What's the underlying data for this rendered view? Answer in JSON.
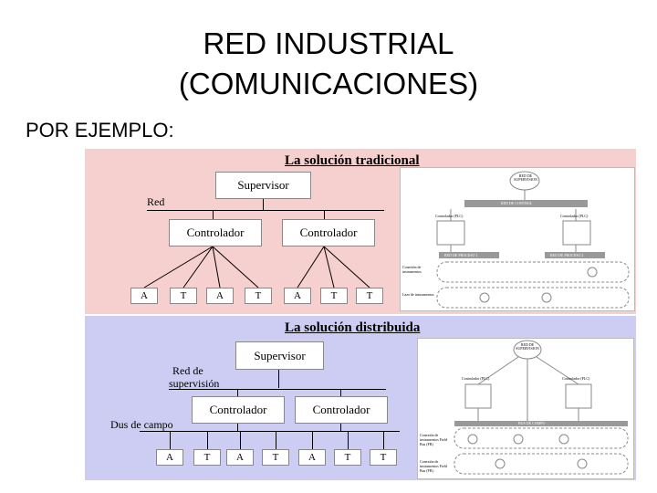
{
  "slide": {
    "title_line1": "RED INDUSTRIAL",
    "title_line2": "(COMUNICACIONES)",
    "subtitle": "POR EJEMPLO:"
  },
  "traditional": {
    "title": "La solución tradicional",
    "supervisor": "Supervisor",
    "network_label": "Red",
    "controller_1": "Controlador",
    "controller_2": "Controlador",
    "leaves": [
      "A",
      "T",
      "A",
      "T",
      "A",
      "T",
      "T"
    ],
    "side": {
      "node_top": "RED DE SUPERVISION",
      "bar_control": "RED DE CONTROL",
      "plc_1": "Controlador (PLC)",
      "plc_2": "Controlador (PLC)",
      "bar_process_1": "RED DE PROCESO 1",
      "bar_process_2": "RED DE PROCESO 2",
      "side_label_1": "Conexión de instrumentos",
      "side_label_2": "Lazo de instrumentos"
    }
  },
  "distributed": {
    "title": "La solución distribuida",
    "supervisor": "Supervisor",
    "network_label_1": "Red  de",
    "network_label_2": "supervisión",
    "field_label": "Dus de campo",
    "controller_1": "Controlador",
    "controller_2": "Controlador",
    "leaves": [
      "A",
      "T",
      "A",
      "T",
      "A",
      "T",
      "T"
    ],
    "side": {
      "node_top": "RED DE SUPERVISION",
      "plc_1": "Controlador (PLC)",
      "plc_2": "Controlador (PLC)",
      "bar_field": "BUS DE CAMPO",
      "side_label_1": "Conexión de instrumentos Field Bus (FB)",
      "side_label_2": "Conexión de instrumentos Field Bus (FB)"
    }
  }
}
